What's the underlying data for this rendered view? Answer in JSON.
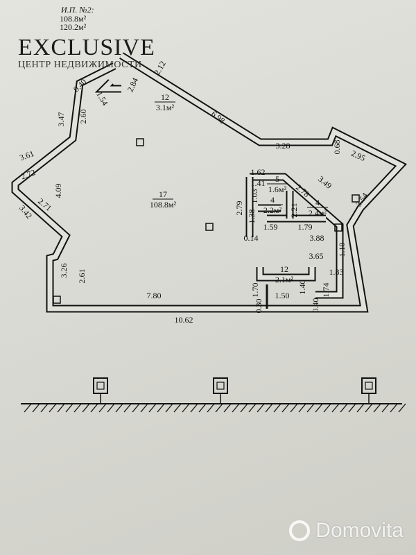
{
  "header": {
    "plan_ref": "И.П. №2:",
    "area_main": "108.8м²",
    "area_total": "120.2м²"
  },
  "brand": {
    "title": "EXCLUSIVE",
    "subtitle": "ЦЕНТР НЕДВИЖИМОСТИ"
  },
  "rooms": [
    {
      "number": "17",
      "area": "108.8м²"
    },
    {
      "number": "5",
      "area": "1.6м²"
    },
    {
      "number": "4",
      "area": "2.2м²"
    },
    {
      "number": "4",
      "area": "2.4м²"
    },
    {
      "number": "12",
      "area": "2.1м²"
    },
    {
      "number": "12",
      "area": "3.1м²"
    }
  ],
  "dimensions": [
    "0.40",
    "1.54",
    "2.84",
    "2.12",
    "6.98",
    "3.47",
    "2.60",
    "3.61",
    "2.72",
    "4.09",
    "3.42",
    "2.71",
    "3.26",
    "2.61",
    "7.80",
    "10.62",
    "3.28",
    "0.68",
    "2.95",
    "3.54",
    "1.62",
    "1.41",
    "1.03",
    "2.79",
    "1.38",
    "2.21",
    "2.78",
    "3.49",
    "1.59",
    "1.79",
    "0.14",
    "3.88",
    "1.10",
    "3.65",
    "1.83",
    "1.70",
    "1.40",
    "1.74",
    "1.50",
    "0.30",
    "0.40"
  ],
  "watermark": {
    "text": "Domovita"
  },
  "colors": {
    "ink": "#111111",
    "paper": "#dcdcd6"
  }
}
